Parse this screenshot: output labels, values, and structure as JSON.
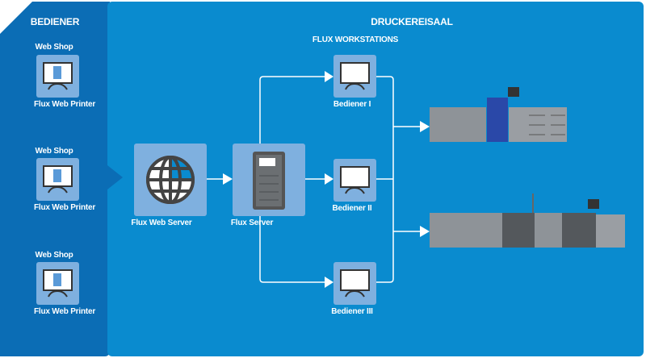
{
  "left_panel": {
    "title": "BEDIENER",
    "clients": [
      {
        "top": "Web Shop",
        "bottom": "Flux Web Printer"
      },
      {
        "top": "Web Shop",
        "bottom": "Flux Web Printer"
      },
      {
        "top": "Web Shop",
        "bottom": "Flux Web Printer"
      }
    ]
  },
  "main_panel": {
    "title": "DRUCKEREISAAL",
    "workstations_title": "FLUX WORKSTATIONS",
    "web_server": "Flux Web Server",
    "server": "Flux Server",
    "workstations": [
      "Bediener I",
      "Bediener II",
      "Bediener III"
    ]
  },
  "colors": {
    "left": "#0b6db5",
    "main": "#0a8bcf",
    "box": "#7fb0df"
  }
}
